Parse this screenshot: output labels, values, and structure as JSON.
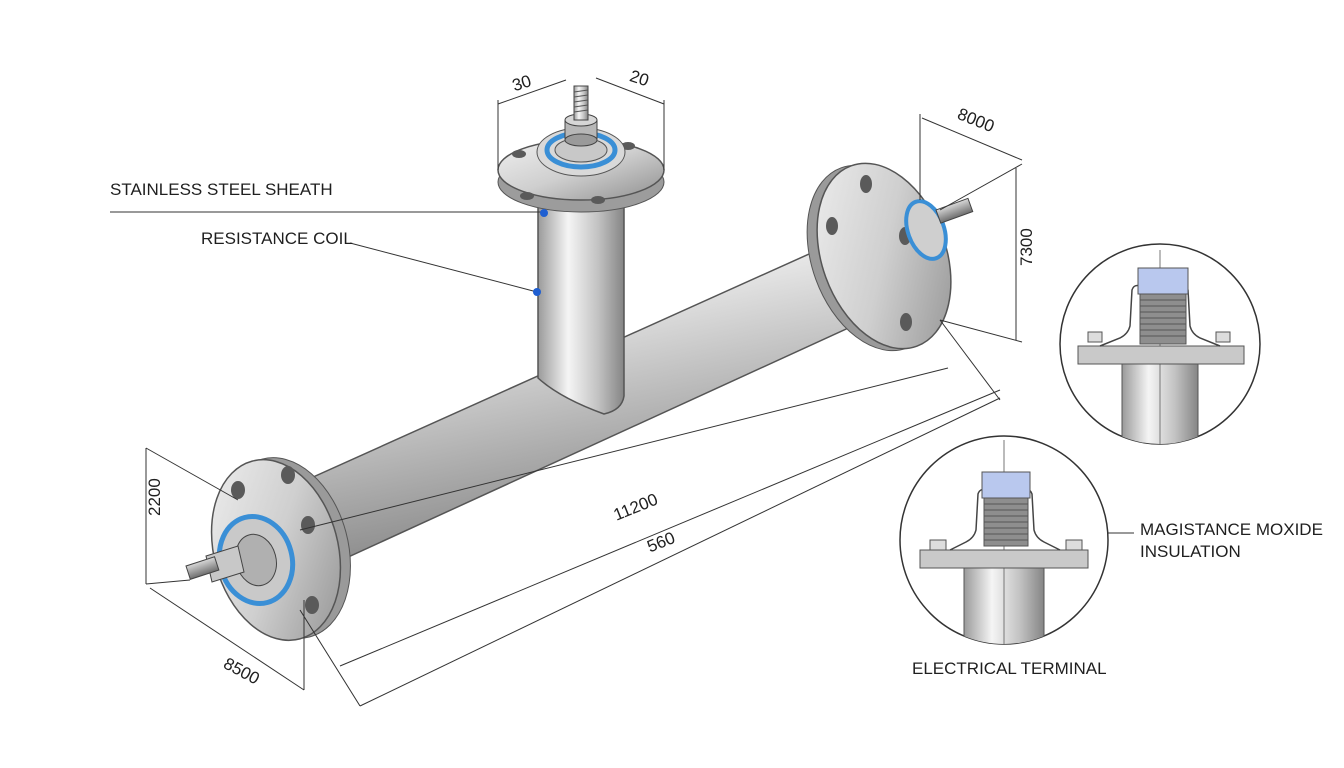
{
  "callouts": {
    "sheath": "STAINLESS STEEL SHEATH",
    "coil": "RESISTANCE COIL",
    "insulation_line1": "MAGISTANCE MOXIDE",
    "insulation_line2": "INSULATION",
    "terminal": "ELECTRICAL TERMINAL"
  },
  "dimensions": {
    "top_left": "30",
    "top_right": "20",
    "right_top": "8000",
    "right_vertical": "7300",
    "length_long": "11200",
    "length_short": "560",
    "left_vertical": "2200",
    "bottom_left": "8500"
  },
  "colors": {
    "steel_light": "#f2f2f2",
    "steel_mid": "#bdbdbd",
    "steel_dark": "#7a7a7a",
    "insulation_blue": "#3a8fd6",
    "ceramic_blue": "#b9c8ee",
    "line": "#2a2a2a"
  }
}
